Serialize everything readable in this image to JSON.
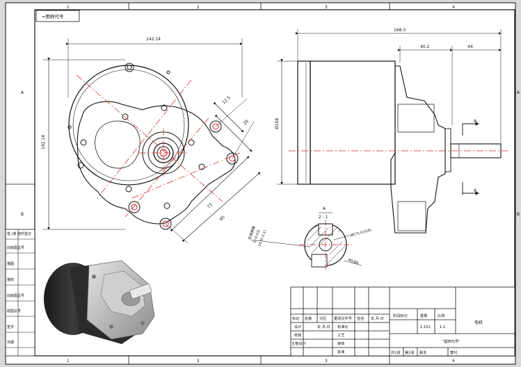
{
  "drawing": {
    "code_stamp": "=图样代号",
    "zone_numbers_top": [
      "1",
      "2",
      "3",
      "4"
    ],
    "zone_numbers_bottom": [
      "1",
      "2",
      "3",
      "4"
    ],
    "zone_letters_left": [
      "A",
      "B"
    ],
    "zone_letters_right": [
      "A",
      "B"
    ],
    "side_labels": [
      "借 /通 用件登记",
      "旧底图总号",
      "描图",
      "描校",
      "旧底图总号",
      "底图总号",
      "签字",
      "日期"
    ]
  },
  "dimensions": {
    "front_width": "142.14",
    "front_height": "142.14",
    "small_a": "12.5",
    "small_b": "26",
    "diag_a": "73",
    "diag_b": "95",
    "side_length": "168.3",
    "side_mid": "40.2",
    "side_right": "44",
    "diameter": "Ø108"
  },
  "section": {
    "label": "A",
    "scale": "2 : 1",
    "callout1": "Ø17(-0.018)",
    "callout2": "M5深8",
    "note_lines": [
      "标准键槽",
      "5(-0.03)",
      "14.5(-0.1)"
    ]
  },
  "section_arrow": "A",
  "title_block": {
    "product_name": "电机",
    "drawing_code": "\"图样代号\"",
    "stage_label": "阶段标记",
    "weight_label": "重量",
    "scale_label": "比例",
    "weight_value": "1.152",
    "scale_value": "1:1",
    "sheets": "共1张",
    "sheet_no": "第1张",
    "version": "版本",
    "replace": "替代",
    "header_cells": [
      "标记",
      "处数",
      "分区",
      "更改文件号",
      "签名",
      "年.月.日"
    ],
    "rows": [
      {
        "left": "设计",
        "mid": "标准化"
      },
      {
        "left": "校核",
        "mid": "工艺"
      },
      {
        "left": "主管设计",
        "mid": "审核"
      },
      {
        "left": "",
        "mid": "批准"
      }
    ],
    "date_stub": "年.月.日"
  },
  "colors": {
    "centerline": "#d42020",
    "line": "#111111",
    "sheet": "#ffffff",
    "frame_bg": "#d9d9d9"
  }
}
